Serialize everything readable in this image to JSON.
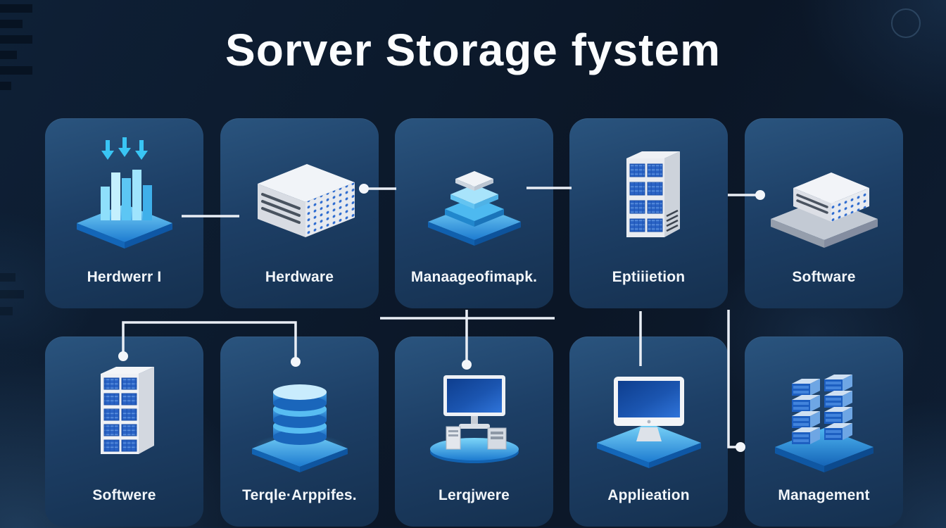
{
  "title": "Sorver Storage fystem",
  "colors": {
    "background": "#0d1b2e",
    "card": "#1e3f66",
    "accent_cyan": "#3fb6f0",
    "accent_blue": "#2a63c6",
    "connector_line": "#e9eef5",
    "title_text": "#fbfdff",
    "label_text": "#f2f6fa"
  },
  "cards": [
    {
      "id": "r1c1",
      "label": "Herdwerr I",
      "icon": "bars-platform-icon"
    },
    {
      "id": "r1c2",
      "label": "Herdware",
      "icon": "server-box-icon"
    },
    {
      "id": "r1c3",
      "label": "Manaageofimapk.",
      "icon": "layer-stack-icon"
    },
    {
      "id": "r1c4",
      "label": "Eptiiietion",
      "icon": "server-tower-icon"
    },
    {
      "id": "r1c5",
      "label": "Software",
      "icon": "server-on-platform-icon"
    },
    {
      "id": "r2c1",
      "label": "Softwere",
      "icon": "server-tower-icon"
    },
    {
      "id": "r2c2",
      "label": "Terqle·Arppifes.",
      "icon": "database-icon"
    },
    {
      "id": "r2c3",
      "label": "Lerqjwere",
      "icon": "workstation-icon"
    },
    {
      "id": "r2c4",
      "label": "Applieation",
      "icon": "desktop-monitor-icon"
    },
    {
      "id": "r2c5",
      "label": "Management",
      "icon": "server-blocks-icon"
    }
  ]
}
